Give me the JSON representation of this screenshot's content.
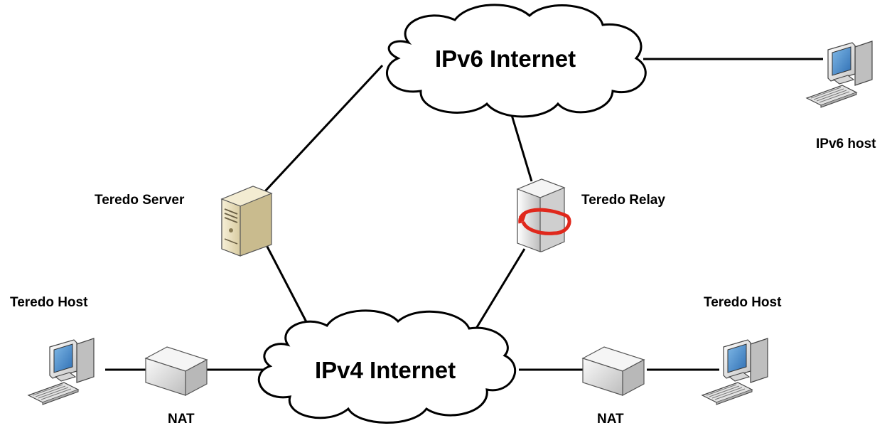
{
  "clouds": {
    "ipv6": "IPv6 Internet",
    "ipv4": "IPv4 Internet"
  },
  "labels": {
    "ipv6_host": "IPv6 host",
    "teredo_server": "Teredo Server",
    "teredo_relay": "Teredo Relay",
    "teredo_host_left": "Teredo Host",
    "teredo_host_right": "Teredo Host",
    "nat_left": "NAT",
    "nat_right": "NAT"
  },
  "colors": {
    "line": "#000000",
    "cloud_fill": "#ffffff",
    "server_body": "#efe6c8",
    "relay_body": "#e8e8e8",
    "relay_arrow": "#e0281c",
    "nat_body": "#e6e6e6"
  }
}
